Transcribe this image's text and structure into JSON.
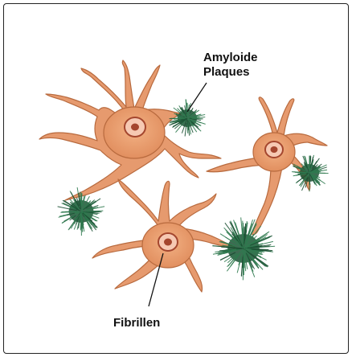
{
  "labels": {
    "amyloid_line1": "Amyloide",
    "amyloid_line2": "Plaques",
    "fibrillen": "Fibrillen"
  },
  "colors": {
    "cell_fill": "#e69a6e",
    "cell_stroke": "#b86a3e",
    "nucleus_fill": "#f6c9b3",
    "nucleus_ring": "#a4462e",
    "plaque": "#2f7a4f",
    "plaque_dark": "#1c5134",
    "frame_border": "#222222"
  },
  "icons": [
    "neuron-cell",
    "amyloid-plaque"
  ]
}
